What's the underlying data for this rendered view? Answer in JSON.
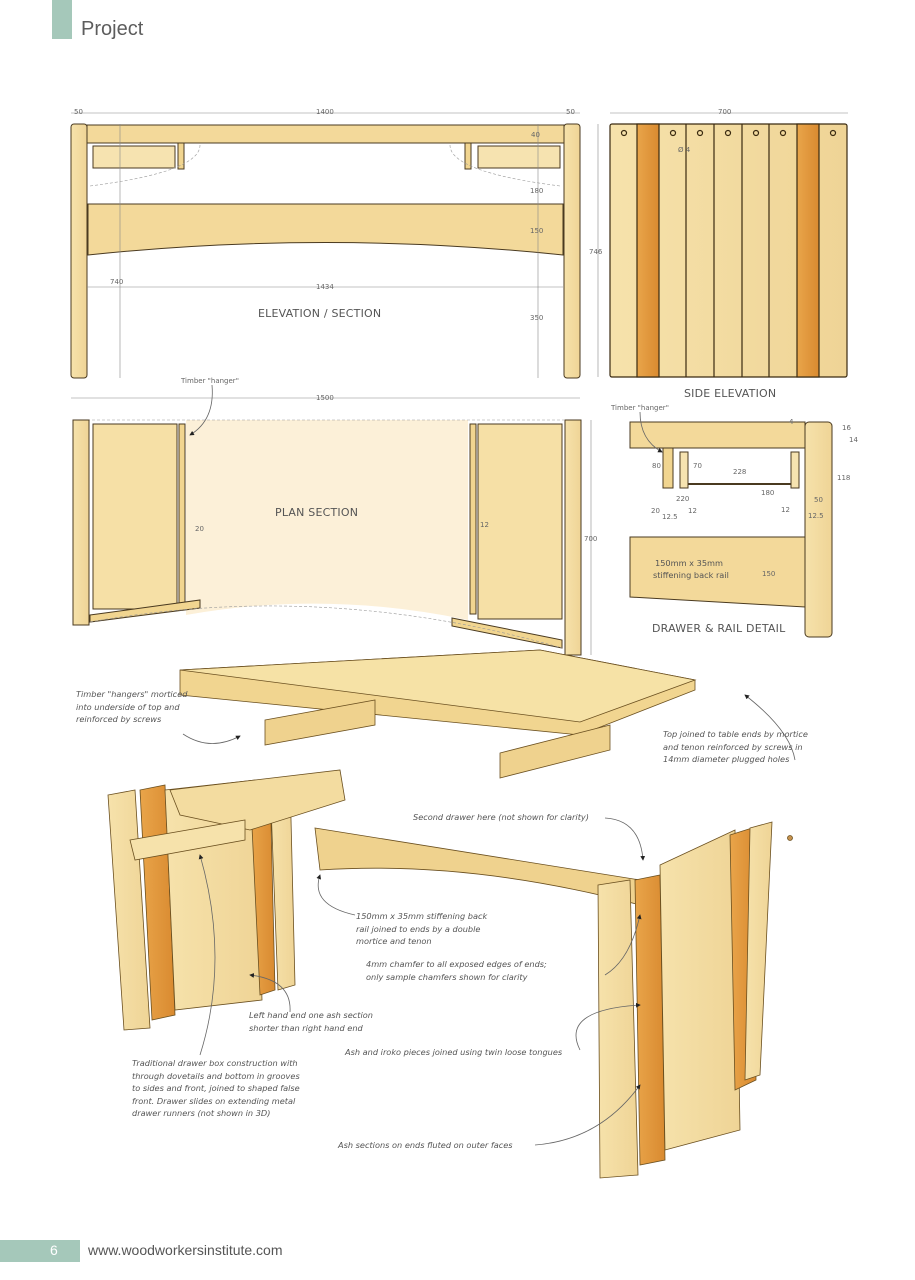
{
  "header": {
    "section": "Project"
  },
  "footer": {
    "page_number": "6",
    "url": "www.woodworkersinstitute.com"
  },
  "colors": {
    "accent_bar": "#a5c8ba",
    "ash": "#f3dca0",
    "iroko": "#e8a84c",
    "outline": "#4a3a20"
  },
  "elevation": {
    "title": "ELEVATION / SECTION",
    "dims": {
      "left_overhang": "50",
      "top_length": "1400",
      "right_overhang": "50",
      "top_thickness": "40",
      "drawer_gap": "180",
      "rail_height": "150",
      "floor_clearance": "350",
      "inner_height": "740",
      "inner_span": "1434"
    }
  },
  "side_elevation": {
    "title": "SIDE ELEVATION",
    "dims": {
      "width": "700",
      "height": "746",
      "hole": "Ø 4"
    }
  },
  "plan": {
    "title": "PLAN SECTION",
    "hanger_label": "Timber \"hanger\"",
    "dims": {
      "length": "1500",
      "depth": "700",
      "left_hanger": "20",
      "right_hanger": "12"
    }
  },
  "detail": {
    "title": "DRAWER & RAIL DETAIL",
    "hanger_label": "Timber \"hanger\"",
    "rail_label_1": "150mm x 35mm",
    "rail_label_2": "stiffening back rail",
    "dims": {
      "d4": "4",
      "d16": "16",
      "d14": "14",
      "d80": "80",
      "d70": "70",
      "d228": "228",
      "d118": "118",
      "d180": "180",
      "d220": "220",
      "d50": "50",
      "d20": "20",
      "d12_5a": "12.5",
      "d12a": "12",
      "d12b": "12",
      "d12_5b": "12.5",
      "d150": "150"
    }
  },
  "notes": {
    "hangers": [
      "Timber \"hangers\" morticed",
      "into underside of top and",
      "reinforced by screws"
    ],
    "top_joined": [
      "Top joined to table ends by mortice",
      "and tenon reinforced by screws in",
      "14mm diameter plugged holes"
    ],
    "second_drawer": "Second drawer here (not shown for clarity)",
    "back_rail": [
      "150mm x 35mm stiffening back",
      "rail joined to ends by a double",
      "mortice and tenon"
    ],
    "chamfer": [
      "4mm chamfer to all exposed edges of ends;",
      "only sample chamfers shown for clarity"
    ],
    "left_end": [
      "Left hand end one ash section",
      "shorter than right hand end"
    ],
    "tongues": "Ash and iroko pieces joined using twin loose tongues",
    "drawer_box": [
      "Traditional drawer box construction with",
      "through dovetails and bottom in grooves",
      "to sides and front, joined to shaped false",
      "front. Drawer slides on extending metal",
      "drawer runners (not shown in 3D)"
    ],
    "fluted": "Ash sections on ends fluted on outer faces"
  }
}
